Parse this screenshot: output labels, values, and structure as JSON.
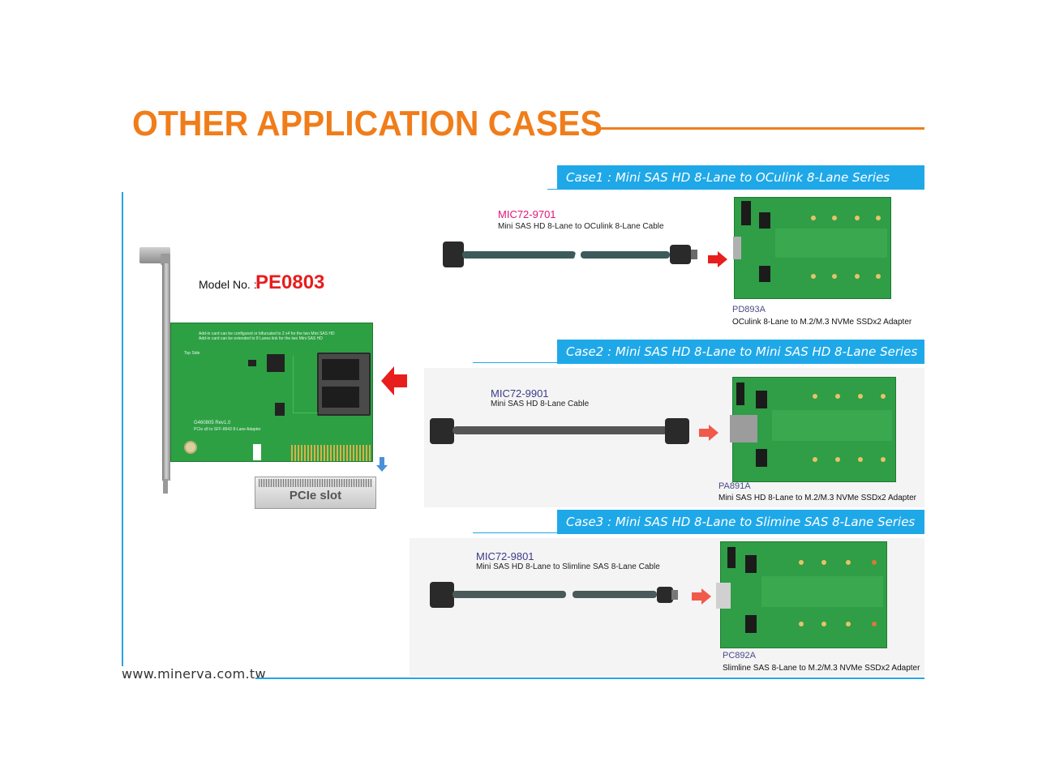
{
  "header": {
    "title": "OTHER APPLICATION CASES"
  },
  "footer": {
    "website": "www.minerva.com.tw"
  },
  "main_product": {
    "model_label": "Model No. :",
    "model_number": "PE0803",
    "slot_label": "PCIe slot",
    "board_text": {
      "line1": "Add-in card can be configured or bifurcated to 2 x4 for the two Mini SAS HD",
      "line2": "Add-in card can be extended to 8 Lanes link for the two Mini SAS HD",
      "top_side": "Top Side",
      "rev": "G460805 Rev1.0",
      "desc": "PCIe x8 to SFF-8643 8-Lane Adapter"
    }
  },
  "cases": [
    {
      "title": "Case1 : Mini SAS HD 8-Lane to OCulink 8-Lane Series",
      "cable_part": "MIC72-9701",
      "cable_desc": "Mini SAS HD 8-Lane to OCulink 8-Lane Cable",
      "adapter_part": "PD893A",
      "adapter_desc": "OCulink 8-Lane to M.2/M.3 NVMe SSDx2 Adapter",
      "part_color": "#e0157a"
    },
    {
      "title": "Case2 : Mini SAS HD 8-Lane to Mini SAS HD 8-Lane Series",
      "cable_part": "MIC72-9901",
      "cable_desc": "Mini SAS HD 8-Lane Cable",
      "adapter_part": "PA891A",
      "adapter_desc": "Mini SAS HD 8-Lane to M.2/M.3 NVMe SSDx2 Adapter",
      "part_color": "#3b3b8a"
    },
    {
      "title": "Case3 : Mini SAS HD 8-Lane to Slimine SAS 8-Lane Series",
      "cable_part": "MIC72-9801",
      "cable_desc": "Mini SAS HD 8-Lane to Slimline SAS 8-Lane Cable",
      "adapter_part": "PC892A",
      "adapter_desc": "Slimline SAS 8-Lane to M.2/M.3 NVMe SSDx2 Adapter",
      "part_color": "#3b3b8a"
    }
  ],
  "colors": {
    "title_orange": "#f07d1a",
    "accent_blue": "#1fa8e8",
    "arrow_red": "#e81d1d",
    "pcb_green": "#2f9e46"
  }
}
